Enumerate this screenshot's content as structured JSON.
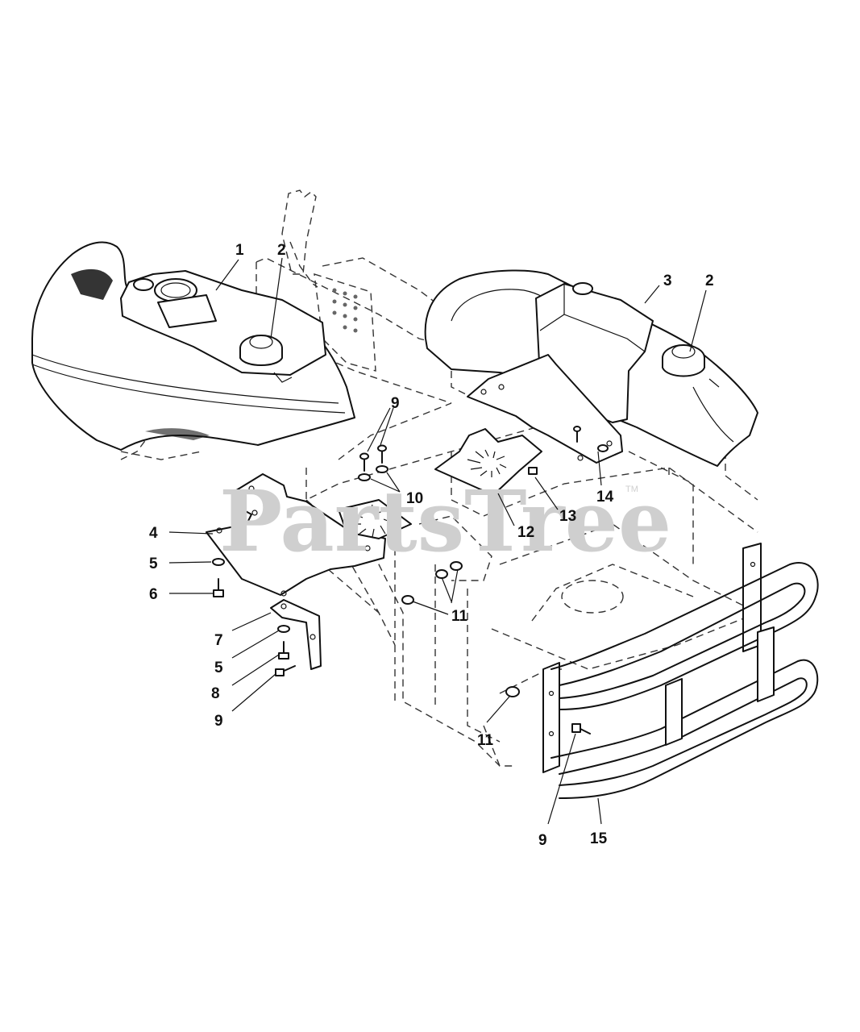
{
  "watermark": {
    "text": "PartsTree",
    "mark": "TM"
  },
  "callouts": [
    {
      "id": "c1",
      "label": "1"
    },
    {
      "id": "c2a",
      "label": "2"
    },
    {
      "id": "c3",
      "label": "3"
    },
    {
      "id": "c2b",
      "label": "2"
    },
    {
      "id": "c9a",
      "label": "9"
    },
    {
      "id": "c10",
      "label": "10"
    },
    {
      "id": "c14",
      "label": "14"
    },
    {
      "id": "c13",
      "label": "13"
    },
    {
      "id": "c12",
      "label": "12"
    },
    {
      "id": "c4",
      "label": "4"
    },
    {
      "id": "c5a",
      "label": "5"
    },
    {
      "id": "c6",
      "label": "6"
    },
    {
      "id": "c11a",
      "label": "11"
    },
    {
      "id": "c7",
      "label": "7"
    },
    {
      "id": "c5b",
      "label": "5"
    },
    {
      "id": "c8",
      "label": "8"
    },
    {
      "id": "c9b",
      "label": "9"
    },
    {
      "id": "c11b",
      "label": "11"
    },
    {
      "id": "c9c",
      "label": "9"
    },
    {
      "id": "c15",
      "label": "15"
    }
  ]
}
